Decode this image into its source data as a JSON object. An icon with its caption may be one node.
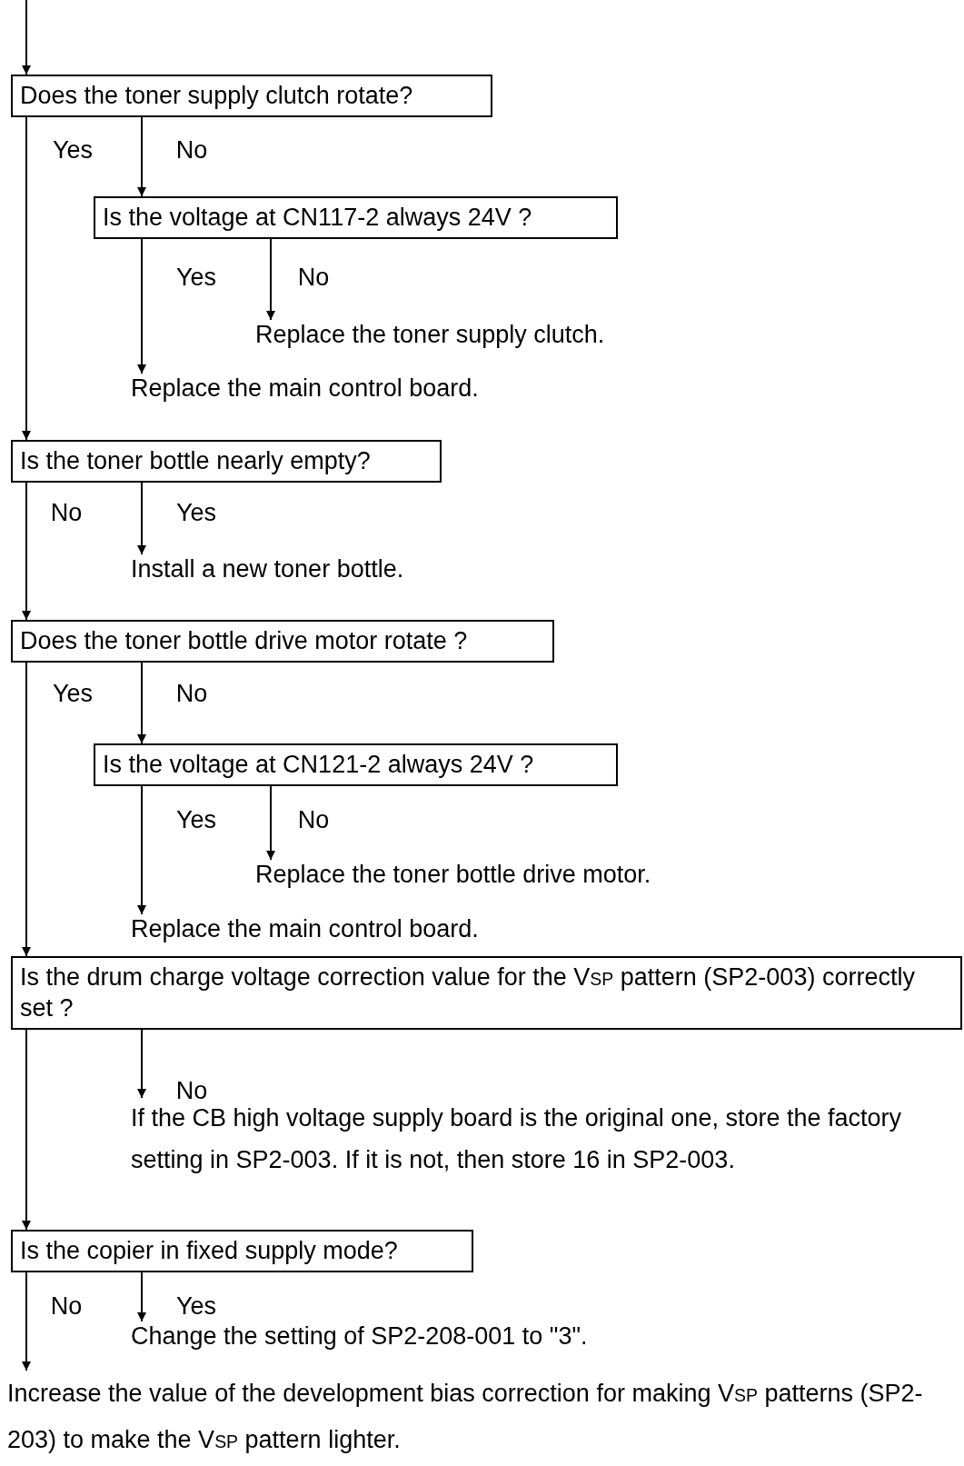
{
  "diagram": {
    "nodes": [
      {
        "text": [
          "Does the toner supply clutch rotate?"
        ]
      },
      {
        "text": [
          "Is the voltage at CN117-2 always 24V ?"
        ]
      },
      {
        "text": [
          "Replace the toner supply clutch."
        ]
      },
      {
        "text": [
          "Replace the main control board."
        ]
      },
      {
        "text": [
          "Is the toner bottle nearly empty?"
        ]
      },
      {
        "text": [
          "Install a new toner bottle."
        ]
      },
      {
        "text": [
          "Does the toner bottle drive motor rotate ?"
        ]
      },
      {
        "text": [
          "Is the voltage at CN121-2 always 24V ?"
        ]
      },
      {
        "text": [
          "Replace the toner bottle drive motor."
        ]
      },
      {
        "text": [
          "Replace the main control board."
        ]
      },
      {
        "text": [
          "Is the drum charge voltage correction value for the V$_{SP}$ pattern (SP2-003) correctly set ?"
        ]
      },
      {
        "text": [
          "If the CB high voltage supply board is the original one, store the factory setting in SP2-003. If it is not, then store 16 in SP2-003."
        ]
      },
      {
        "text": [
          "Is the copier in fixed supply mode?"
        ]
      },
      {
        "text": [
          "Change the setting of SP2-208-001 to \"3\"."
        ]
      },
      {
        "text": [
          "Increase the value of the development bias correction for making V$_{SP}$ patterns (SP2-203) to make the V$_{SP}$ pattern lighter."
        ]
      }
    ],
    "edges": [
      {
        "from": null,
        "to": 0,
        "arrow": "to"
      },
      {
        "from": 0,
        "to": 1,
        "arrow": "to",
        "label": "No"
      },
      {
        "from": 0,
        "to": 4,
        "arrow": "to",
        "label": "Yes"
      },
      {
        "from": 1,
        "to": 2,
        "arrow": "to",
        "label": "No"
      },
      {
        "from": 1,
        "to": 3,
        "arrow": "to",
        "label": "Yes"
      },
      {
        "from": 4,
        "to": 5,
        "arrow": "to",
        "label": "Yes"
      },
      {
        "from": 4,
        "to": 6,
        "arrow": "to",
        "label": "No"
      },
      {
        "from": 6,
        "to": 7,
        "arrow": "to",
        "label": "No"
      },
      {
        "from": 6,
        "to": 10,
        "arrow": "to",
        "label": "Yes"
      },
      {
        "from": 7,
        "to": 8,
        "arrow": "to",
        "label": "No"
      },
      {
        "from": 7,
        "to": 9,
        "arrow": "to",
        "label": "Yes"
      },
      {
        "from": 10,
        "to": 11,
        "arrow": "to",
        "label": "No"
      },
      {
        "from": 10,
        "to": 12,
        "arrow": "to"
      },
      {
        "from": 12,
        "to": 13,
        "arrow": "to",
        "label": "Yes"
      },
      {
        "from": 12,
        "to": 14,
        "arrow": "to",
        "label": "No"
      }
    ]
  }
}
